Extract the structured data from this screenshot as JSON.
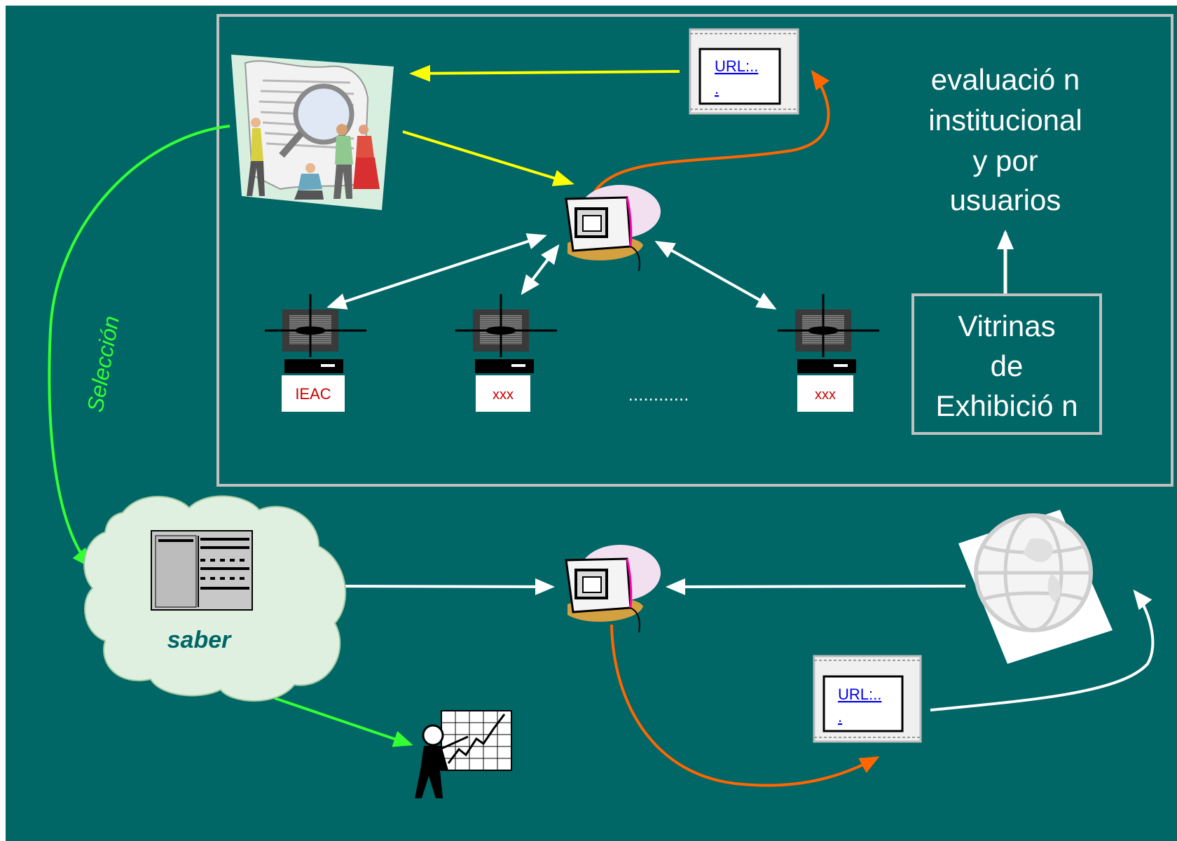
{
  "slide": {
    "colors": {
      "background": "#006666",
      "frame": "#c0c0c0",
      "flow_yellow": "#ffff00",
      "flow_orange": "#ff6600",
      "flow_green": "#33ff33",
      "flow_white": "#ffffff",
      "label_red": "#cc0000"
    },
    "heading_lines": [
      "evaluació n",
      "institucional",
      "y por",
      "usuarios"
    ],
    "vitrinas_lines": [
      "Vitrinas",
      "de",
      "Exhibició n"
    ],
    "url_top": {
      "line1": "URL:..",
      "line2": "."
    },
    "url_bottom": {
      "line1": "URL:..",
      "line2": "."
    },
    "servers": [
      {
        "label": "IEAC"
      },
      {
        "label": "xxx"
      },
      {
        "label": "xxx"
      }
    ],
    "dots": "............",
    "seleccion_label": "Selección",
    "saber_label": "saber",
    "icons": [
      "document-review-clipart-icon",
      "computer-icon",
      "server-icon",
      "web-page-icon",
      "knowledge-cloud-icon",
      "presenter-chart-icon",
      "globe-icon"
    ]
  }
}
